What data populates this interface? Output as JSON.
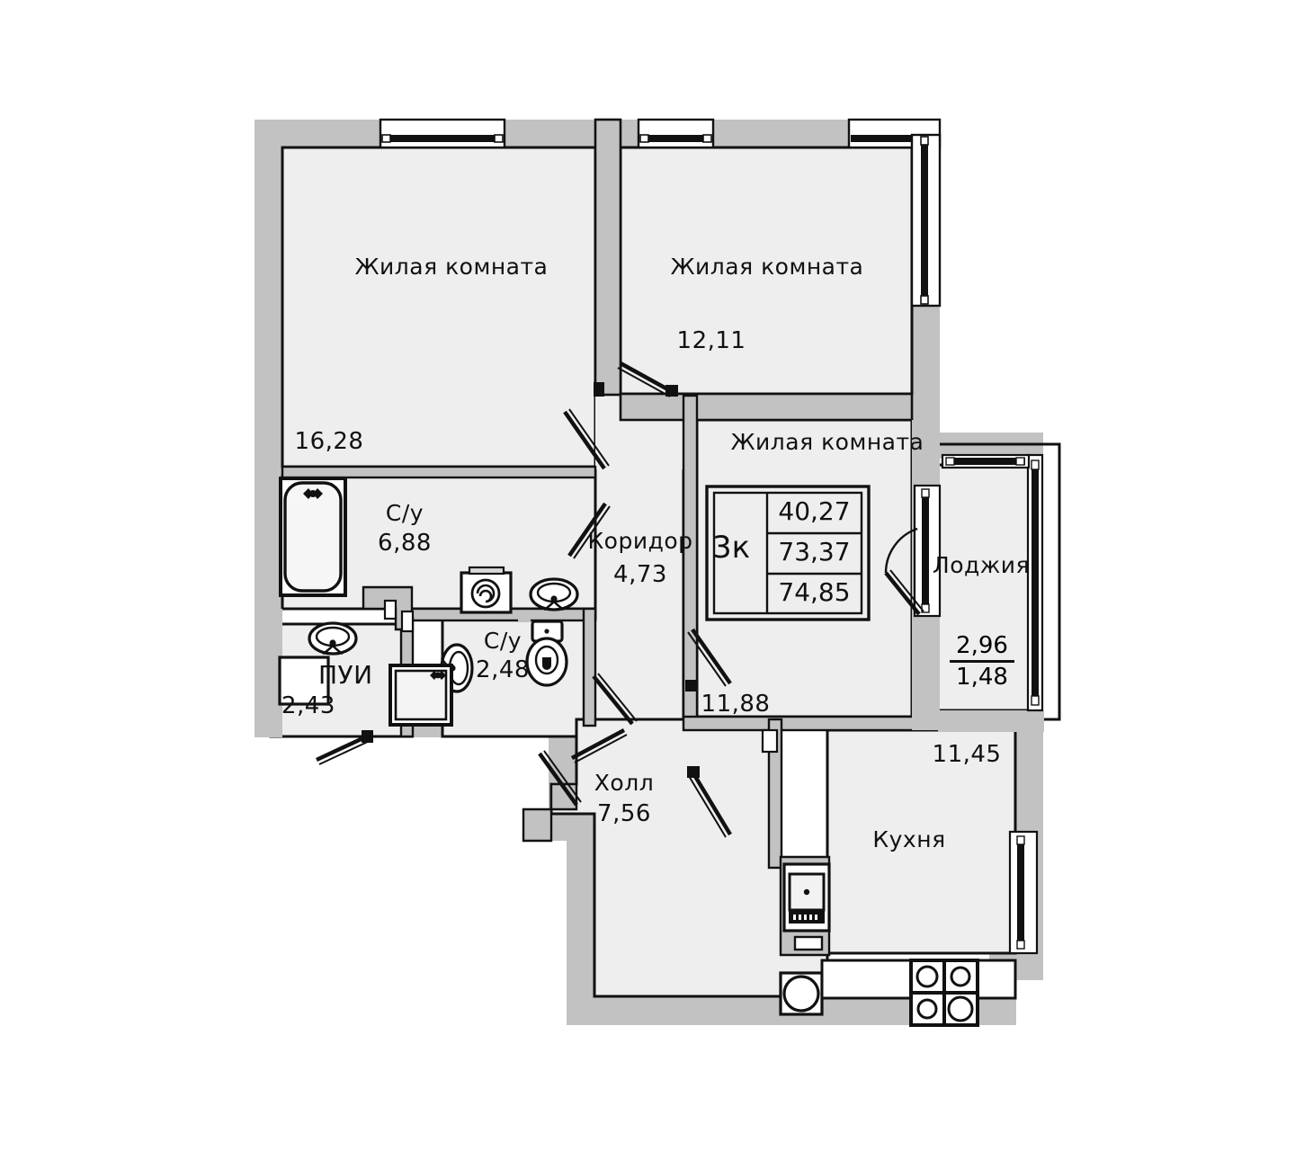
{
  "plan": {
    "type": "apartment-floor-plan",
    "language": "ru",
    "unit": "m2",
    "summary": {
      "rooms_code": "3к",
      "living_area": "40,27",
      "area_without_loggia": "73,37",
      "total_area": "74,85"
    },
    "rooms": [
      {
        "id": "living-room-1",
        "name": "Жилая комната",
        "area": "16,28"
      },
      {
        "id": "living-room-2",
        "name": "Жилая комната",
        "area": "12,11"
      },
      {
        "id": "living-room-3",
        "name": "Жилая комната",
        "area": "11,88"
      },
      {
        "id": "bathroom-main",
        "name": "С/у",
        "area": "6,88"
      },
      {
        "id": "bathroom-wc",
        "name": "С/у",
        "area": "2,48"
      },
      {
        "id": "pui",
        "name": "ПУИ",
        "area": "2,43"
      },
      {
        "id": "corridor",
        "name": "Коридор",
        "area": "4,73"
      },
      {
        "id": "hall",
        "name": "Холл",
        "area": "7,56"
      },
      {
        "id": "kitchen",
        "name": "Кухня",
        "area": "11,45"
      },
      {
        "id": "loggia",
        "name": "Лоджия",
        "area": "2,96",
        "area_reduced": "1,48"
      }
    ],
    "fixtures": [
      {
        "name": "bathtub",
        "room": "bathroom-main"
      },
      {
        "name": "washing-machine",
        "room": "bathroom-main"
      },
      {
        "name": "sink",
        "room": "bathroom-main"
      },
      {
        "name": "toilet",
        "room": "bathroom-wc"
      },
      {
        "name": "sink",
        "room": "bathroom-wc"
      },
      {
        "name": "sink",
        "room": "pui"
      },
      {
        "name": "shower-tray",
        "room": "pui"
      },
      {
        "name": "cabinet",
        "room": "pui"
      },
      {
        "name": "refrigerator",
        "room": "kitchen"
      },
      {
        "name": "sink",
        "room": "kitchen"
      },
      {
        "name": "stove-4-burner",
        "room": "kitchen"
      },
      {
        "name": "counter",
        "room": "kitchen"
      }
    ],
    "colors": {
      "wall": "#c2c2c2",
      "room_fill": "#eeeeee",
      "outline": "#111111",
      "background": "#ffffff"
    }
  }
}
